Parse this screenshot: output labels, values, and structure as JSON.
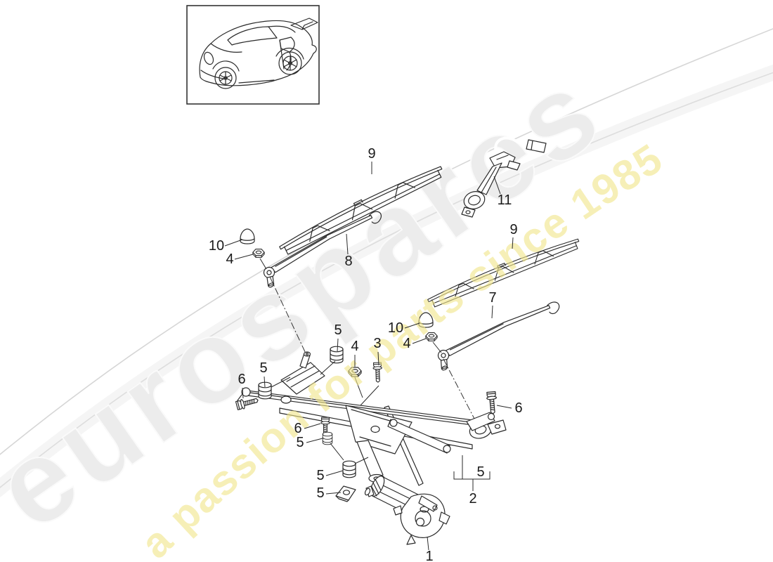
{
  "watermark": {
    "brand": "eurospares",
    "tagline": "a passion for parts since 1985",
    "brand_color": "#ececec",
    "tagline_color": "#f1e68c"
  },
  "colors": {
    "line": "#2a2a2a",
    "label": "#1a1a1a",
    "background": "#ffffff"
  },
  "callouts": [
    {
      "label": "9"
    },
    {
      "label": "11"
    },
    {
      "label": "9"
    },
    {
      "label": "8"
    },
    {
      "label": "10"
    },
    {
      "label": "4"
    },
    {
      "label": "7"
    },
    {
      "label": "10"
    },
    {
      "label": "4"
    },
    {
      "label": "5"
    },
    {
      "label": "4"
    },
    {
      "label": "3"
    },
    {
      "label": "5"
    },
    {
      "label": "6"
    },
    {
      "label": "6"
    },
    {
      "label": "5"
    },
    {
      "label": "5"
    },
    {
      "label": "5"
    },
    {
      "label": "6"
    },
    {
      "label": "5"
    },
    {
      "label": "2"
    },
    {
      "label": "1"
    }
  ]
}
